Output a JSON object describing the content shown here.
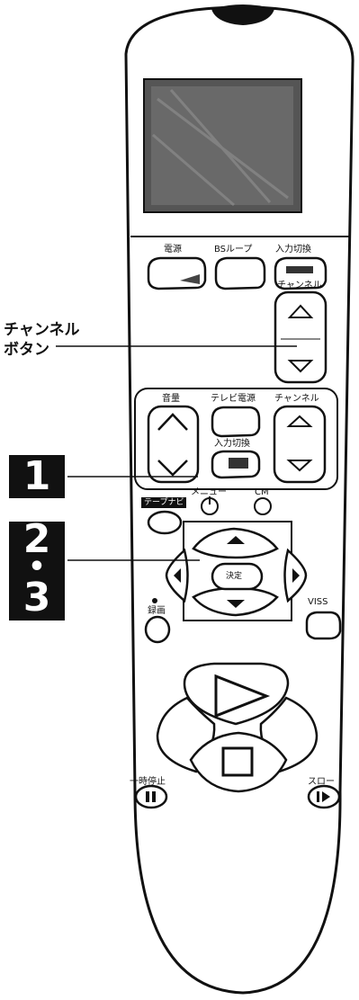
{
  "remote": {
    "row1": {
      "power": "電源",
      "bs_loop": "BSループ",
      "input_switch": "入力切換"
    },
    "channel_label": "チャンネル",
    "row2": {
      "volume": "音量",
      "tv_power": "テレビ電源",
      "channel": "チャンネル",
      "input_switch": "入力切換"
    },
    "tape_navi": "テープナビ",
    "menu": "メニュー",
    "cm": "CM",
    "enter": "決定",
    "record": "録画",
    "viss": "VISS",
    "pause": "一時停止",
    "slow": "スロー"
  },
  "callouts": {
    "channel_button": [
      "チャンネル",
      "ボタン"
    ]
  },
  "steps": {
    "step1": "1",
    "step2": "2",
    "dot": "•",
    "step3": "3"
  }
}
